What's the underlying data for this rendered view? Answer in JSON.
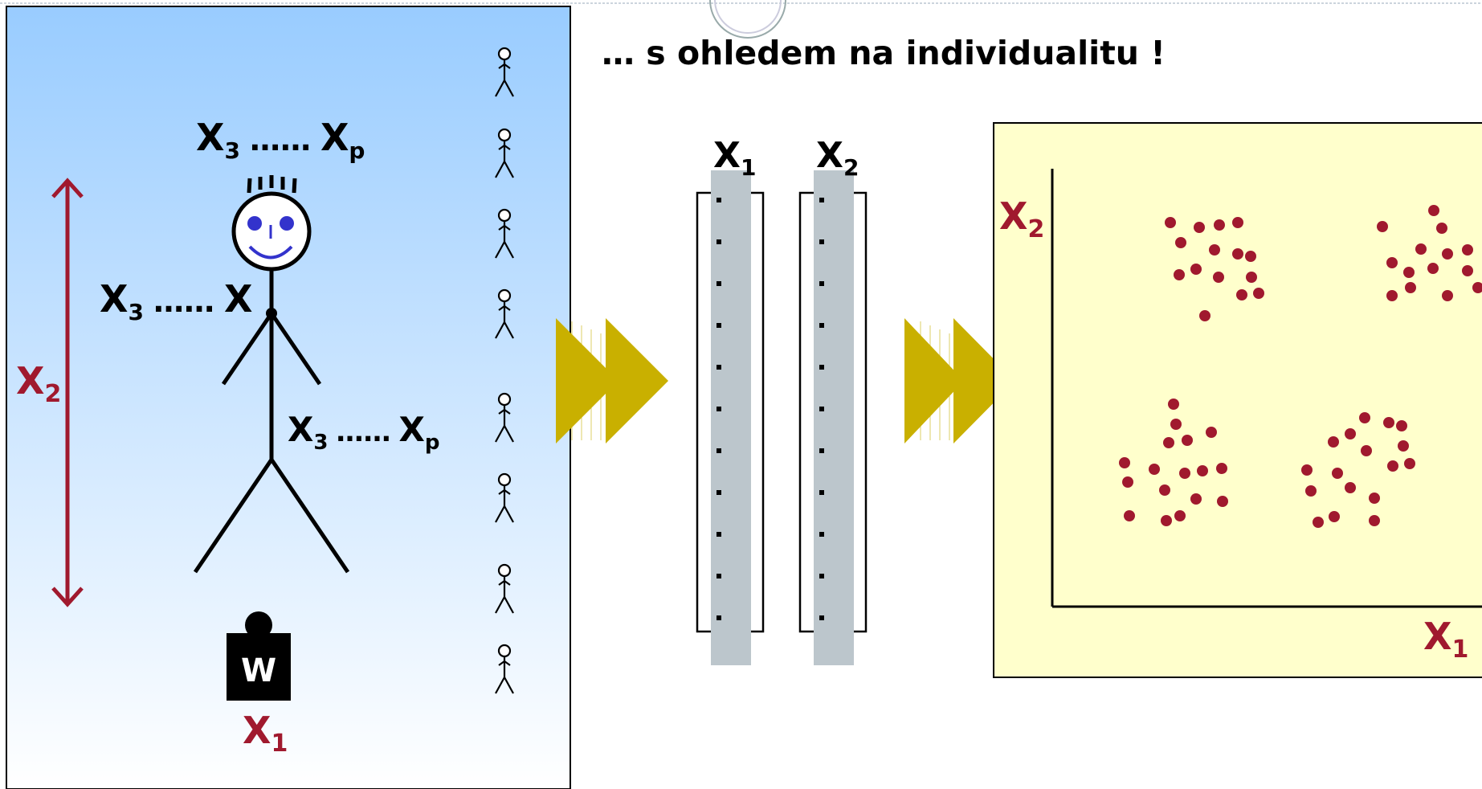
{
  "title": "… s ohledem na individualitu !",
  "person": {
    "head_vars": {
      "start": "X",
      "start_sub": "3",
      "dots": "……",
      "end": "X",
      "end_sub": "p"
    },
    "arm_vars": {
      "start": "X",
      "start_sub": "3",
      "dots": "……",
      "end": "X",
      "end_sub": ""
    },
    "body_vars": {
      "start": "X",
      "start_sub": "3",
      "dots": "……",
      "end": "X",
      "end_sub": "p"
    },
    "height_label": {
      "var": "X",
      "sub": "2"
    },
    "weight_label": {
      "var": "X",
      "sub": "1"
    },
    "weight_text": "W"
  },
  "columns": [
    {
      "var": "X",
      "sub": "1",
      "dots": [
        "·",
        "·",
        "·",
        "·",
        "·",
        "·",
        "·",
        "·",
        "·",
        "·",
        "·"
      ]
    },
    {
      "var": "X",
      "sub": "2",
      "dots": [
        "·",
        "·",
        "·",
        "·",
        "·",
        "·",
        "·",
        "·",
        "·",
        "·",
        "·"
      ]
    }
  ],
  "scatter": {
    "ylabel": {
      "var": "X",
      "sub": "2"
    },
    "xlabel": {
      "var": "X",
      "sub": "1"
    },
    "point_color": "#a0192e"
  },
  "colors": {
    "panel_top": "#99ccff",
    "panel_bottom": "#ffffff",
    "accent_red": "#a0192e",
    "arrow": "#c9b000",
    "scatter_bg": "#ffffcc",
    "column_fill": "#bcc6cc"
  },
  "icons": [
    "stick-figure-icon",
    "weight-icon",
    "double-arrow-icon",
    "smiley-face-icon"
  ]
}
